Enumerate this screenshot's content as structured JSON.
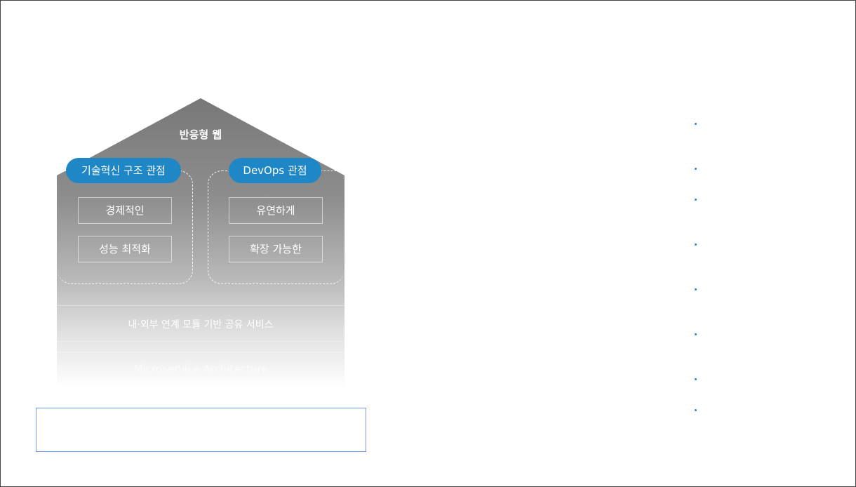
{
  "diagram": {
    "roof_title": "반응형 웹",
    "groups": [
      {
        "pill_label": "기술혁신 구조 관점",
        "items": [
          "경제적인",
          "성능 최적화"
        ]
      },
      {
        "pill_label": "DevOps 관점",
        "items": [
          "유연하게",
          "확장 가능한"
        ]
      }
    ],
    "bands": [
      "내·외부 연계 모듈 기반 공유 서비스",
      "Microservice Architecture"
    ]
  },
  "caption_box": {
    "text": ""
  },
  "right_list": {
    "bullet_count": 8,
    "bullet_color": "#2b82d0"
  },
  "colors": {
    "pill": "#1f87c5",
    "house_top": "#7a7a7a",
    "house_bottom": "#ffffff",
    "caption_border": "#6f9be8"
  }
}
